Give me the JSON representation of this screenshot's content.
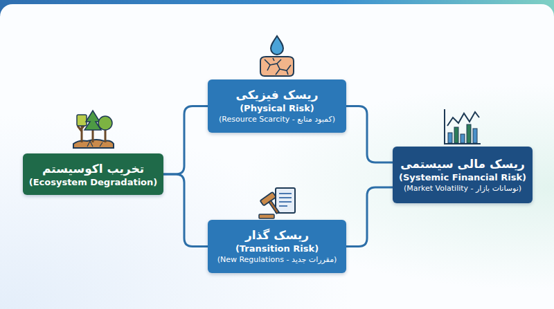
{
  "diagram": {
    "nodes": [
      {
        "text": [
          "تخریب اکوسیستم",
          "(Ecosystem Degradation)"
        ]
      },
      {
        "text": [
          "ریسک فیزیکی",
          "(Physical Risk)",
          "(کمبود منابع - Resource Scarcity)"
        ]
      },
      {
        "text": [
          "ریسک گذار",
          "(Transition Risk)",
          "(مقررات جدید - New Regulations)"
        ]
      },
      {
        "text": [
          "ریسک مالی سیستمی",
          "(Systemic Financial Risk)",
          "(نوسانات بازار - Market Volatility)"
        ]
      }
    ],
    "edges": [
      {
        "from": 0,
        "to": 1,
        "arrow": "none"
      },
      {
        "from": 0,
        "to": 2,
        "arrow": "none"
      },
      {
        "from": 1,
        "to": 3,
        "arrow": "none"
      },
      {
        "from": 2,
        "to": 3,
        "arrow": "none"
      }
    ]
  }
}
